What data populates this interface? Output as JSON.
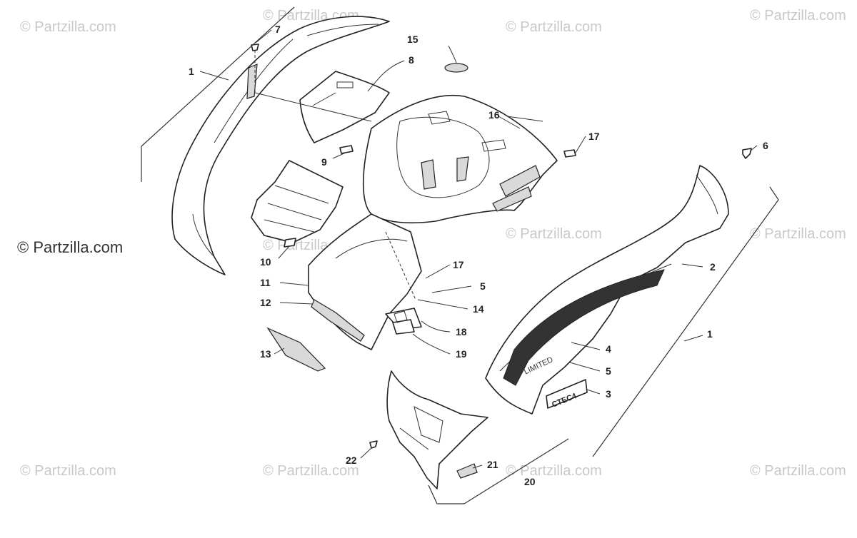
{
  "watermark": "© Partzilla.com",
  "credit": "© Partzilla.com",
  "decal_text": {
    "limited": "LIMITED",
    "ctec": "CTEC4"
  },
  "callouts": [
    "1",
    "7",
    "15",
    "8",
    "16",
    "17",
    "9",
    "6",
    "10",
    "2",
    "11",
    "17",
    "5",
    "12",
    "14",
    "1",
    "18",
    "13",
    "19",
    "4",
    "5",
    "3",
    "22",
    "21",
    "20"
  ]
}
